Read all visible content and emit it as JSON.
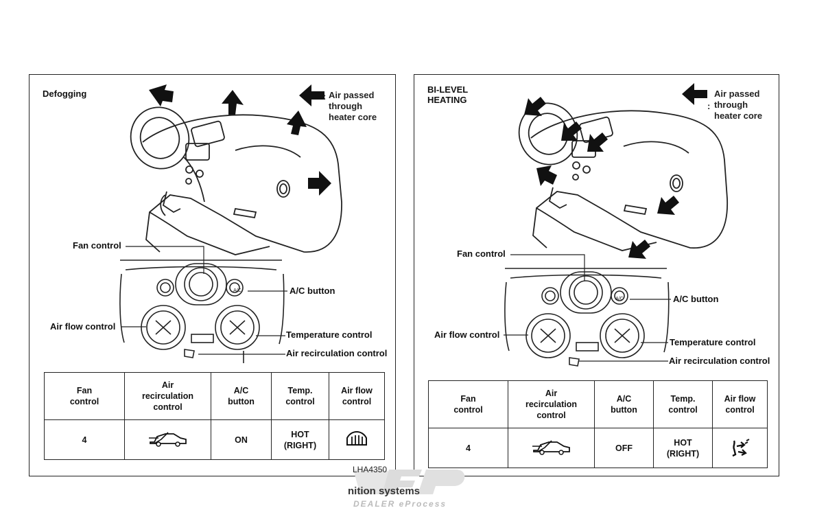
{
  "document_code": "LHA4350",
  "watermark": {
    "line1": "nition systems",
    "line2": "DEALER eProcess"
  },
  "panels": {
    "left": {
      "title": "Defogging",
      "legend": "Air passed\nthrough\nheater core",
      "labels": {
        "fan_control": "Fan control",
        "ac_button": "A/C button",
        "air_flow_control": "Air flow control",
        "temperature_control": "Temperature control",
        "air_recirculation_control": "Air recirculation control"
      },
      "table": {
        "headers": [
          "Fan\ncontrol",
          "Air\nrecirculation\ncontrol",
          "A/C\nbutton",
          "Temp.\ncontrol",
          "Air flow\ncontrol"
        ],
        "values": [
          "4",
          "",
          "ON",
          "HOT\n(RIGHT)",
          ""
        ],
        "icons": {
          "recirculation": "car-fresh-air-icon",
          "airflow": "defrost-icon"
        }
      }
    },
    "right": {
      "title": "BI-LEVEL\nHEATING",
      "legend": "Air passed\nthrough\nheater core",
      "labels": {
        "fan_control": "Fan control",
        "ac_button": "A/C button",
        "air_flow_control": "Air flow control",
        "temperature_control": "Temperature control",
        "air_recirculation_control": "Air recirculation control"
      },
      "table": {
        "headers": [
          "Fan\ncontrol",
          "Air\nrecirculation\ncontrol",
          "A/C\nbutton",
          "Temp.\ncontrol",
          "Air flow\ncontrol"
        ],
        "values": [
          "4",
          "",
          "OFF",
          "HOT\n(RIGHT)",
          ""
        ],
        "icons": {
          "recirculation": "car-fresh-air-icon",
          "airflow": "bi-level-icon"
        }
      }
    }
  }
}
